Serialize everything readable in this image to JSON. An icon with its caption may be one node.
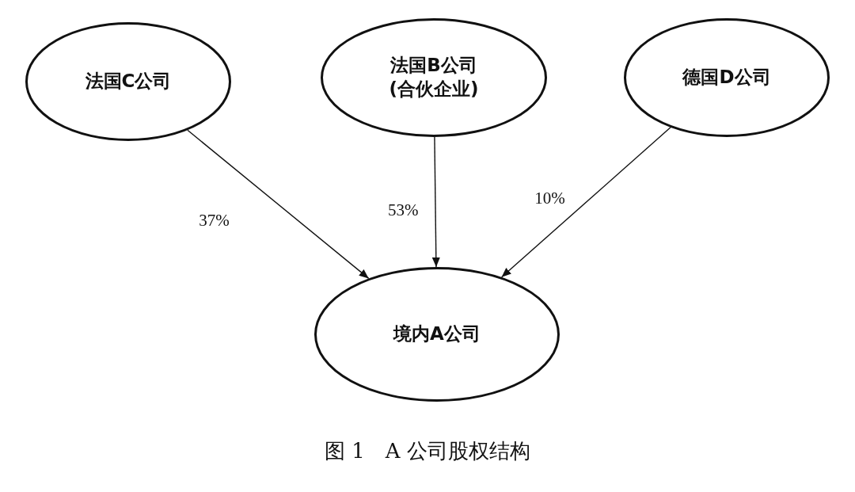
{
  "diagram": {
    "caption": "图 1　A 公司股权结构",
    "nodes": [
      {
        "text": [
          "法国C公司"
        ]
      },
      {
        "text": [
          "法国B公司(合伙企业)"
        ]
      },
      {
        "text": [
          "德国D公司"
        ]
      },
      {
        "text": [
          "境内A公司"
        ]
      }
    ],
    "edges": [
      {
        "from": 0,
        "to": 3,
        "arrow": "to",
        "label": "37%"
      },
      {
        "from": 1,
        "to": 3,
        "arrow": "to",
        "label": "53%"
      },
      {
        "from": 2,
        "to": 3,
        "arrow": "to",
        "label": "10%"
      }
    ]
  }
}
